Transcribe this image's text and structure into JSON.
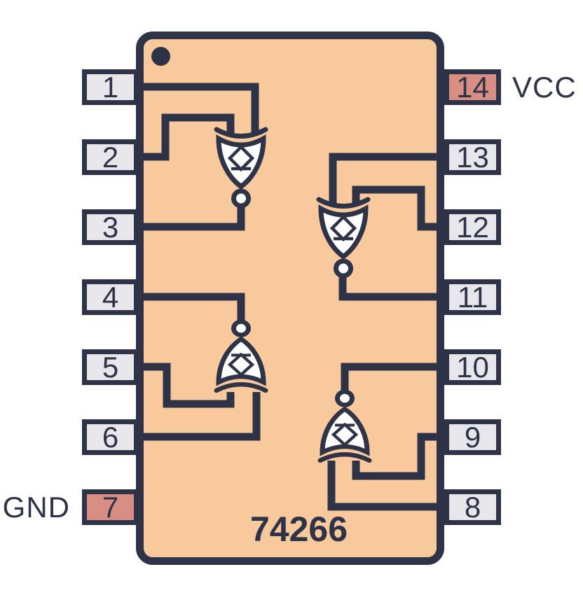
{
  "diagram": {
    "chip_title": "74266",
    "chip_type": "quad 2-input XNOR gate IC pinout",
    "pin1_marker": "dot"
  },
  "pins": {
    "left": [
      "1",
      "2",
      "3",
      "4",
      "5",
      "6",
      "7"
    ],
    "right": [
      "14",
      "13",
      "12",
      "11",
      "10",
      "9",
      "8"
    ]
  },
  "power_labels": {
    "gnd": "GND",
    "vcc": "VCC"
  },
  "gates": [
    {
      "name": "xnor-1",
      "type": "XNOR",
      "input_pins": [
        "1",
        "2"
      ],
      "output_pin": "3",
      "orientation": "down"
    },
    {
      "name": "xnor-2",
      "type": "XNOR",
      "input_pins": [
        "13",
        "12"
      ],
      "output_pin": "11",
      "orientation": "down"
    },
    {
      "name": "xnor-3",
      "type": "XNOR",
      "input_pins": [
        "5",
        "6"
      ],
      "output_pin": "4",
      "orientation": "up"
    },
    {
      "name": "xnor-4",
      "type": "XNOR",
      "input_pins": [
        "8",
        "9"
      ],
      "output_pin": "10",
      "orientation": "up"
    }
  ],
  "colors": {
    "chip_body": "#f8c99c",
    "outline": "#2e3347",
    "pin_fill": "#e7e6eb",
    "power_pin_fill": "#d98e83",
    "gate_fill": "#ffffff",
    "background": "#ffffff"
  }
}
